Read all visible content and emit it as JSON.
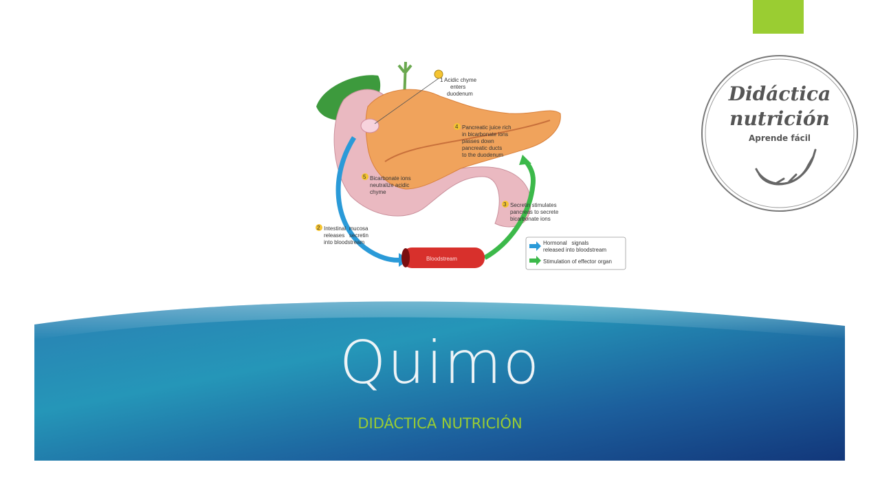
{
  "slide": {
    "title": "Quimo",
    "subtitle": "DIDÁCTICA NUTRICIÓN"
  },
  "logo": {
    "line1": "Didáctica",
    "line2": "nutrición",
    "tagline": "Aprende fácil",
    "icon": "banana-icon"
  },
  "diagram": {
    "step1": [
      "Acidic chyme",
      "enters",
      "duodenum"
    ],
    "step2": [
      "Intestinal  mucosa",
      "releases   secretin",
      "into bloodstream"
    ],
    "step3": [
      "Secretin stimulates",
      "pancreas to secrete",
      "bicarbonate ions"
    ],
    "step4": [
      "Pancreatic juice rich",
      "in bicarbonate ions",
      "passes down",
      "pancreatic ducts",
      "to the duodenum"
    ],
    "step5": [
      "Bicarbonate  ions",
      "neutralize acidic",
      "chyme"
    ],
    "bloodstream_label": "Bloodstream",
    "legend": {
      "hormonal": [
        "Hormonal   signals",
        "released into bloodstream"
      ],
      "stimulation": "Stimulation of effector organ"
    },
    "numbers": [
      "1",
      "2",
      "3",
      "4",
      "5"
    ]
  },
  "colors": {
    "accent_green": "#9acd32",
    "banner_blue": "#1a5f99",
    "arrow_blue": "#2a9ad8",
    "arrow_green": "#3cb94a"
  }
}
